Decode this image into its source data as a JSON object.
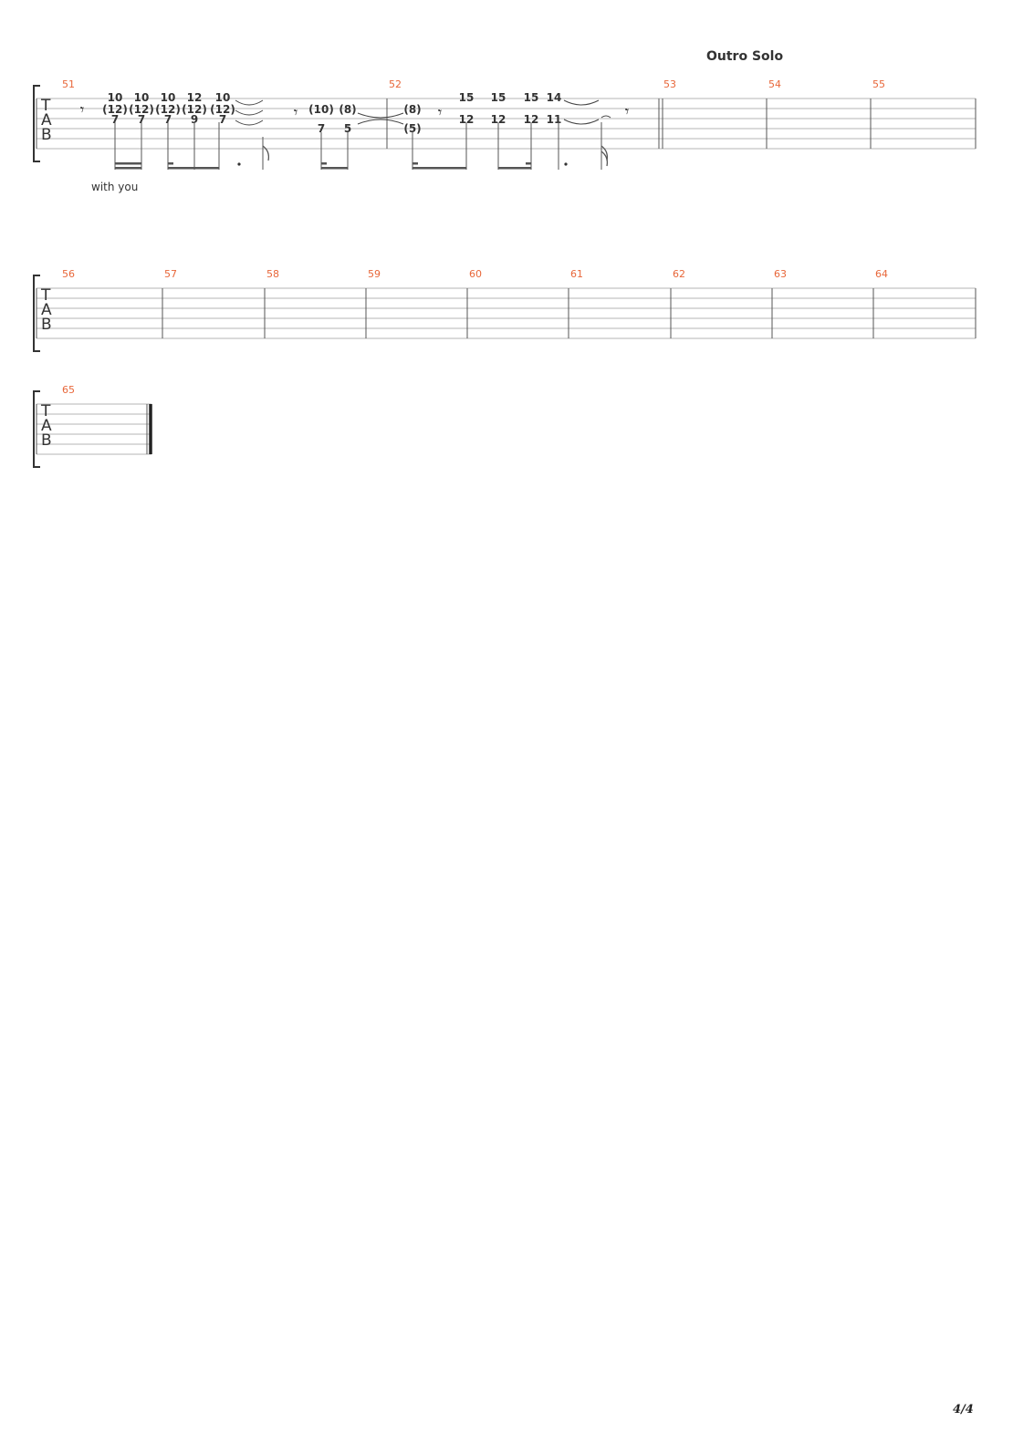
{
  "section_label": "Outro Solo",
  "lyrics": "with you",
  "page_number": "4/4",
  "tab_clef": [
    "T",
    "A",
    "B"
  ],
  "colors": {
    "measure_number": "#e8673a",
    "staff_line": "#b5b5b5",
    "barline": "#555555",
    "fret": "#333333"
  },
  "systems": [
    {
      "measures": [
        "51",
        "52",
        "53",
        "54",
        "55"
      ]
    },
    {
      "measures": [
        "56",
        "57",
        "58",
        "59",
        "60",
        "61",
        "62",
        "63",
        "64"
      ]
    },
    {
      "measures": [
        "65"
      ]
    }
  ],
  "notes": {
    "m51": [
      [
        "10",
        "(12)",
        "7"
      ],
      [
        "10",
        "(12)",
        "7"
      ],
      [
        "10",
        "(12)",
        "7"
      ],
      [
        "12",
        "(12)",
        "9"
      ],
      [
        "10",
        "(12)",
        "7"
      ],
      [
        "(10)",
        "7"
      ],
      [
        "(8)",
        "5"
      ]
    ],
    "m52": [
      [
        "(8)",
        "(5)"
      ],
      [
        "15",
        "12"
      ],
      [
        "15",
        "12"
      ],
      [
        "15",
        "12"
      ],
      [
        "14",
        "11"
      ]
    ]
  }
}
